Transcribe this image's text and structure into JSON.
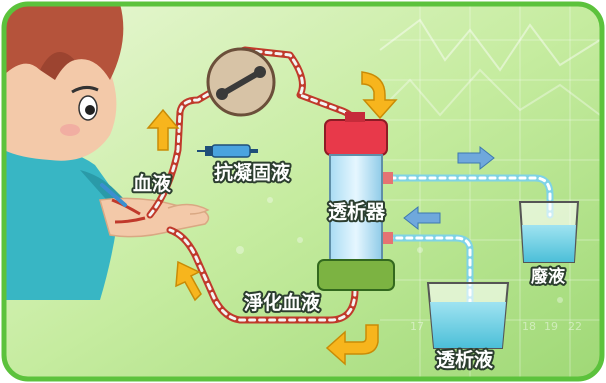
{
  "labels": {
    "blood": "血液",
    "anticoagulant": "抗凝固液",
    "dialyzer": "透析器",
    "waste_fluid": "廢液",
    "purified_blood": "淨化血液",
    "dialysate": "透析液"
  },
  "background_numbers": [
    "17",
    "18",
    "19",
    "22"
  ],
  "colors": {
    "frame_border": "#5cc23c",
    "background_green": "#a9df7e",
    "blood_red": "#c0392b",
    "tube_white": "#f4f4f4",
    "dialysate_blue": "#7fd3e6",
    "arrow_orange": "#f7b51d",
    "arrow_blue": "#6fa8dc",
    "dialyzer_red_cap": "#e8394a",
    "dialyzer_green_cap": "#7cb342",
    "pump_body": "#d7c3a6",
    "skin": "#f3c9a9",
    "hair": "#b5533b",
    "shirt": "#38b6c4"
  },
  "icons": [
    "arrow-up-icon",
    "arrow-down-icon",
    "arrow-right-icon",
    "arrow-left-icon",
    "syringe-icon",
    "blood-pump-icon",
    "beaker-icon"
  ]
}
